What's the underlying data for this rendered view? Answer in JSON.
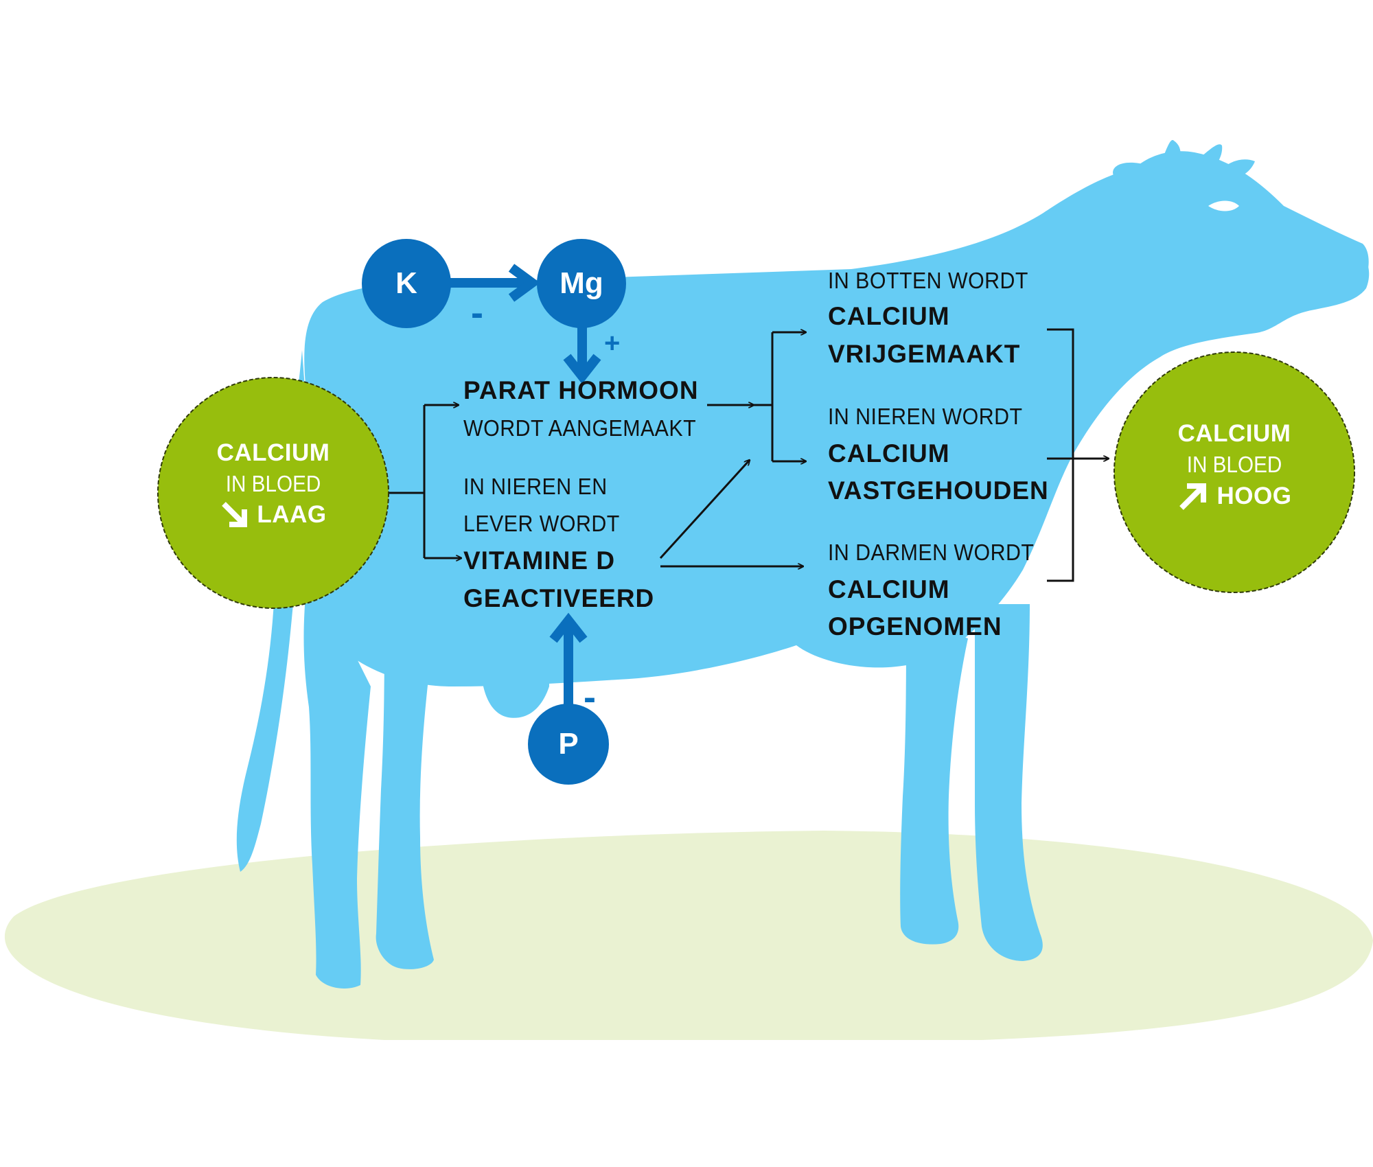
{
  "colors": {
    "cow": "#66ccf4",
    "ground": "#eaf2d2",
    "node": "#0a6fbd",
    "calcium_circle": "#97be0d",
    "line": "#111111",
    "text_white": "#ffffff"
  },
  "nodes": {
    "k": "K",
    "mg": "Mg",
    "p": "P"
  },
  "signs": {
    "k_mg": "-",
    "mg_pth": "+",
    "p_vitd": "-"
  },
  "calcium_low": {
    "title": "CALCIUM",
    "subtitle": "IN BLOED",
    "level": "LAAG",
    "arrow_icon": "arrow-down-right-icon"
  },
  "calcium_high": {
    "title": "CALCIUM",
    "subtitle": "IN BLOED",
    "level": "HOOG",
    "arrow_icon": "arrow-up-right-icon"
  },
  "processes": {
    "pth": {
      "line1": "PARAT HORMOON",
      "line2": "WORDT AANGEMAAKT"
    },
    "vitd": {
      "line1": "IN NIEREN EN",
      "line2": "LEVER WORDT",
      "line3": "VITAMINE D",
      "line4": "GEACTIVEERD"
    }
  },
  "effects": {
    "bones": {
      "line1": "IN BOTTEN WORDT",
      "line2": "CALCIUM",
      "line3": "VRIJGEMAAKT"
    },
    "kidneys": {
      "line1": "IN NIEREN WORDT",
      "line2": "CALCIUM",
      "line3": "VASTGEHOUDEN"
    },
    "intestines": {
      "line1": "IN DARMEN WORDT",
      "line2": "CALCIUM",
      "line3": "OPGENOMEN"
    }
  }
}
